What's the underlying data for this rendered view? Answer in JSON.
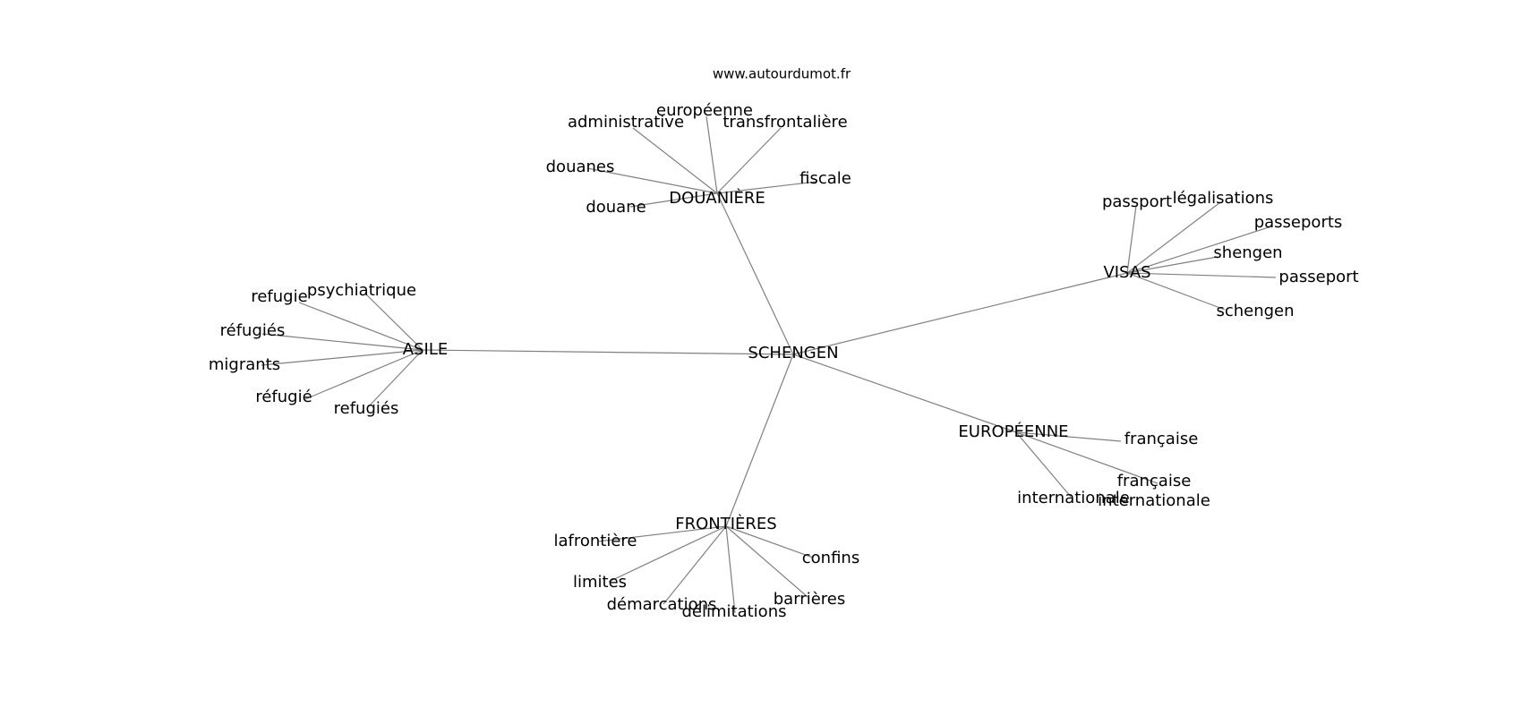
{
  "watermark": "www.autourdumot.fr",
  "graph": {
    "center": "SCHENGEN",
    "hubs": {
      "douaniere": "DOUANIÈRE",
      "visas": "VISAS",
      "asile": "ASILE",
      "europeenne": "EUROPÉENNE",
      "frontieres": "FRONTIÈRES"
    },
    "leaves": {
      "douaniere": [
        "européenne",
        "administrative",
        "transfrontalière",
        "douanes",
        "fiscale",
        "douane"
      ],
      "visas": [
        "passport",
        "légalisations",
        "passeports",
        "shengen",
        "passeport",
        "schengen"
      ],
      "asile": [
        "psychiatrique",
        "refugie",
        "réfugiés",
        "migrants",
        "réfugié",
        "refugiés"
      ],
      "europeenne": [
        "française",
        "française internationale",
        "internationale"
      ],
      "frontieres": [
        "lafrontière",
        "confins",
        "limites",
        "démarcations",
        "délimitations",
        "barrières"
      ]
    }
  }
}
